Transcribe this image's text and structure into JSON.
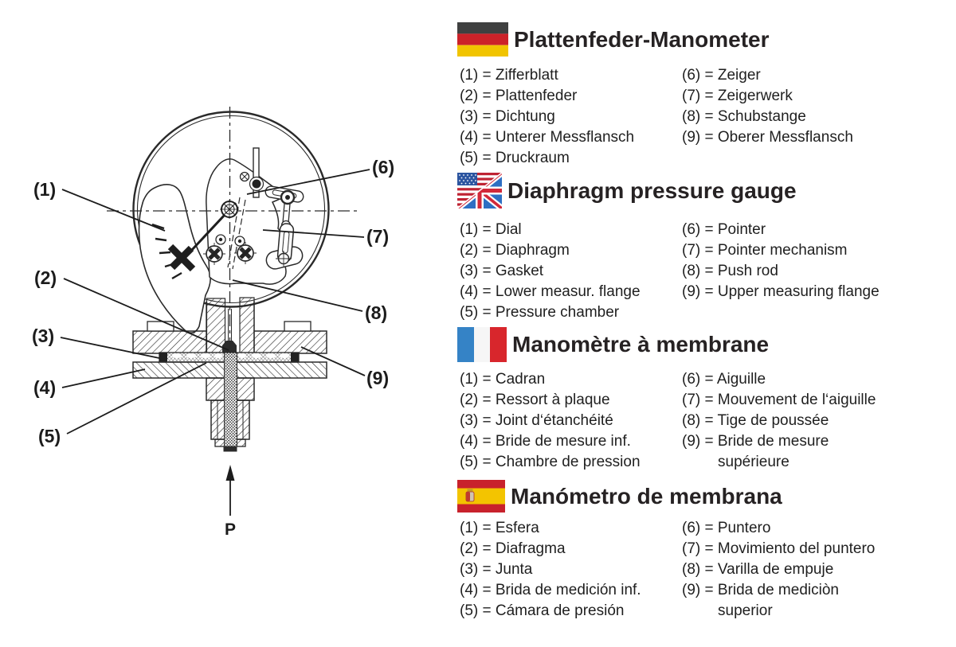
{
  "diagram": {
    "callouts": [
      "(1)",
      "(2)",
      "(3)",
      "(4)",
      "(5)",
      "(6)",
      "(7)",
      "(8)",
      "(9)"
    ],
    "pressure_label": "P"
  },
  "sections": [
    {
      "flag": "germany",
      "title": "Plattenfeder-Manometer",
      "left": [
        "(1) = Zifferblatt",
        "(2) = Plattenfeder",
        "(3) = Dichtung",
        "(4) = Unterer Messflansch",
        "(5) = Druckraum"
      ],
      "right": [
        "(6) = Zeiger",
        "(7) = Zeigerwerk",
        "(8) = Schubstange",
        "(9) = Oberer Messflansch"
      ]
    },
    {
      "flag": "usa-uk",
      "title": "Diaphragm pressure gauge",
      "left": [
        "(1) = Dial",
        "(2) = Diaphragm",
        "(3) = Gasket",
        "(4) = Lower measur. flange",
        "(5) = Pressure chamber"
      ],
      "right": [
        "(6) = Pointer",
        "(7) = Pointer mechanism",
        "(8) = Push rod",
        "(9) = Upper measuring flange"
      ]
    },
    {
      "flag": "france",
      "title": "Manomètre à membrane",
      "left": [
        "(1) = Cadran",
        "(2) = Ressort à plaque",
        "(3) = Joint d‘étanchéité",
        "(4) = Bride de mesure inf.",
        "(5) = Chambre de pression"
      ],
      "right": [
        "(6) = Aiguille",
        "(7) = Mouvement de l‘aiguille",
        "(8) = Tige de poussée",
        "(9) = Bride de mesure",
        "supérieure"
      ]
    },
    {
      "flag": "spain",
      "title": "Manómetro de membrana",
      "left": [
        "(1) = Esfera",
        "(2) = Diafragma",
        "(3) = Junta",
        "(4) = Brida de medición inf.",
        "(5) = Cámara de presión"
      ],
      "right": [
        "(6) = Puntero",
        "(7) = Movimiento del puntero",
        "(8) = Varilla de empuje",
        "(9) = Brida de mediciòn",
        "superior"
      ]
    }
  ],
  "colors": {
    "line_art": "#2a2a2a",
    "germany_black": "#3f4040",
    "germany_red": "#cc2229",
    "germany_gold": "#f1c400",
    "uk_blue": "#2e6fc3",
    "uk_red": "#d2293a",
    "us_blue": "#2c55a0",
    "us_red": "#bf2333",
    "france_blue": "#3583c6",
    "france_red": "#d8262c",
    "spain_red": "#c8222c",
    "spain_yellow": "#f3c400"
  }
}
